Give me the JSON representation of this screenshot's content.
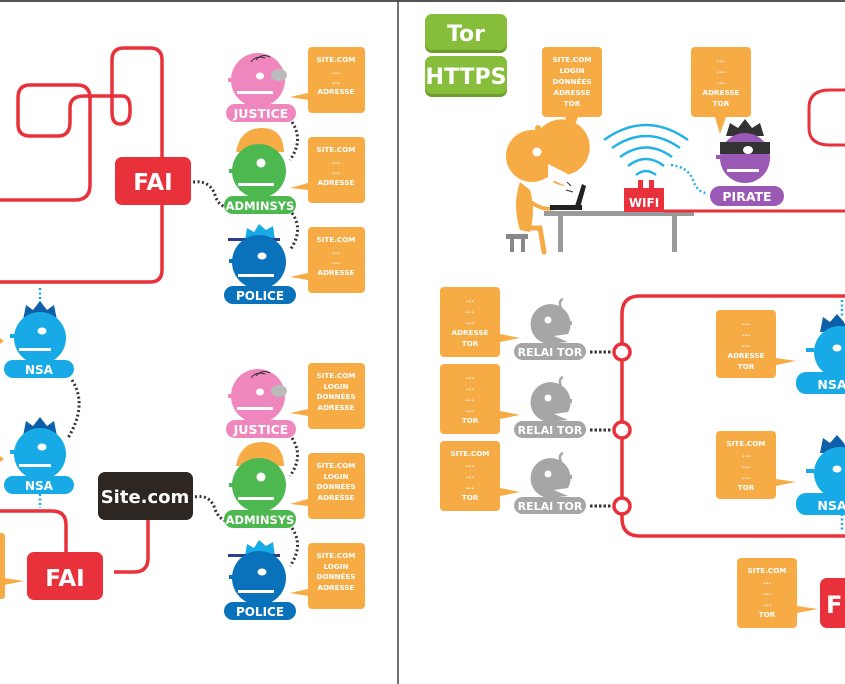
{
  "colors": {
    "red": "#e8313a",
    "orange": "#f7ab45",
    "pink": "#ef86bd",
    "green": "#4cb84f",
    "police_blue": "#0a72bb",
    "nsa_blue": "#18aae6",
    "hat_navy": "#2d3e8f",
    "hat_blue": "#0d5fa8",
    "purple": "#9b59b6",
    "dark": "#2d2621",
    "relay_gray": "#a6a6a6",
    "tor_green": "#86bd3a",
    "desk_gray": "#9a9a9a",
    "dots": "#333333",
    "wifi_blue": "#23b1e6"
  },
  "left_panel": {
    "top_group": {
      "isp_label": "FAI",
      "actors": [
        {
          "label": "JUSTICE",
          "bubble": [
            "SITE.COM",
            "...",
            "...",
            "ADRESSE"
          ]
        },
        {
          "label": "ADMINSYS",
          "bubble": [
            "SITE.COM",
            "...",
            "...",
            "ADRESSE"
          ]
        },
        {
          "label": "POLICE",
          "bubble": [
            "SITE.COM",
            "...",
            "...",
            "ADRESSE"
          ]
        }
      ]
    },
    "nsa_agents": [
      {
        "label": "NSA"
      },
      {
        "label": "NSA"
      }
    ],
    "bottom_group": {
      "site_label": "Site.com",
      "isp_label": "FAI",
      "actors": [
        {
          "label": "JUSTICE",
          "bubble": [
            "SITE.COM",
            "LOGIN",
            "DONNÉES",
            "ADRESSE"
          ]
        },
        {
          "label": "ADMINSYS",
          "bubble": [
            "SITE.COM",
            "LOGIN",
            "DONNÉES",
            "ADRESSE"
          ]
        },
        {
          "label": "POLICE",
          "bubble": [
            "SITE.COM",
            "LOGIN",
            "DONNÉES",
            "ADRESSE"
          ]
        }
      ]
    }
  },
  "right_panel": {
    "legend": {
      "tor_label": "Tor",
      "https_label": "HTTPS"
    },
    "user_bubble": [
      "SITE.COM",
      "LOGIN",
      "DONNÉES",
      "ADRESSE",
      "TOR"
    ],
    "wifi_label": "WIFI",
    "pirate": {
      "label": "PIRATE",
      "bubble": [
        "...",
        "...",
        "...",
        "ADRESSE",
        "TOR"
      ]
    },
    "relays": [
      {
        "label": "RELAI TOR",
        "bubble": [
          "...",
          "...",
          "...",
          "ADRESSE",
          "TOR"
        ]
      },
      {
        "label": "RELAI TOR",
        "bubble": [
          "...",
          "...",
          "...",
          "...",
          "TOR"
        ]
      },
      {
        "label": "RELAI TOR",
        "bubble": [
          "SITE.COM",
          "...",
          "...",
          "...",
          "TOR"
        ]
      }
    ],
    "nsa_agents": [
      {
        "label": "NSA",
        "bubble": [
          "...",
          "...",
          "...",
          "ADRESSE",
          "TOR"
        ]
      },
      {
        "label": "NSA",
        "bubble": [
          "SITE.COM",
          "...",
          "...",
          "...",
          "TOR"
        ]
      }
    ],
    "isp": {
      "label": "F",
      "bubble": [
        "SITE.COM",
        "...",
        "...",
        "...",
        "TOR"
      ]
    }
  }
}
